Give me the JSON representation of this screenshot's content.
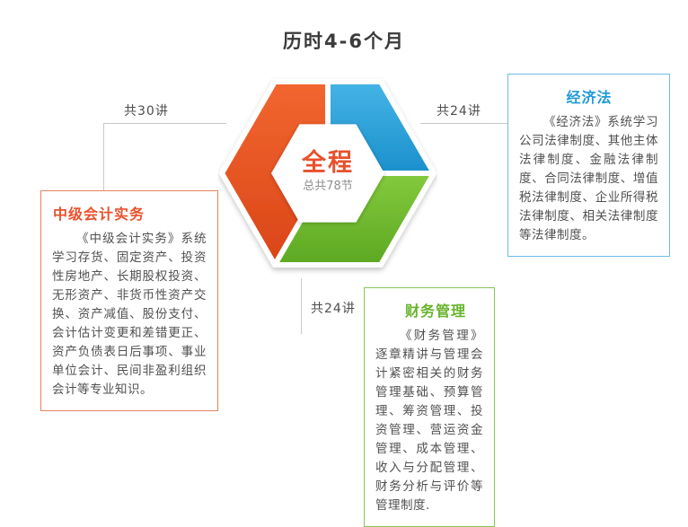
{
  "page": {
    "title": "历时4-6个月"
  },
  "hexagon": {
    "center": {
      "title": "全程",
      "subtitle": "总共78节"
    },
    "segments": [
      {
        "id": "practice",
        "color": "#e8502a"
      },
      {
        "id": "law",
        "color": "#2ba3dc"
      },
      {
        "id": "finance",
        "color": "#6eb92d"
      }
    ]
  },
  "callouts": {
    "practice": {
      "lectures": "共30讲",
      "title": "中级会计实务",
      "body": "《中级会计实务》系统学习存货、固定资产、投资性房地产、长期股权投资、无形资产、非货币性资产交换、资产减值、股份支付、会计估计变更和差错更正、资产负债表日后事项、事业单位会计、民间非盈利组织会计等专业知识。",
      "accent": "#e8512c"
    },
    "law": {
      "lectures": "共24讲",
      "title": "经济法",
      "body": "《经济法》系统学习公司法律制度、其他主体法律制度、金融法律制度、合同法律制度、增值税法律制度、企业所得税法律制度、相关法律制度等法律制度。",
      "accent": "#1f9ad8"
    },
    "finance": {
      "lectures": "共24讲",
      "title": "财务管理",
      "body": "《财务管理》逐章精讲与管理会计紧密相关的财务管理基础、预算管理、筹资管理、投资管理、营运资金管理、成本管理、收入与分配管理、财务分析与评价等管理制度.",
      "accent": "#67b32c"
    }
  }
}
